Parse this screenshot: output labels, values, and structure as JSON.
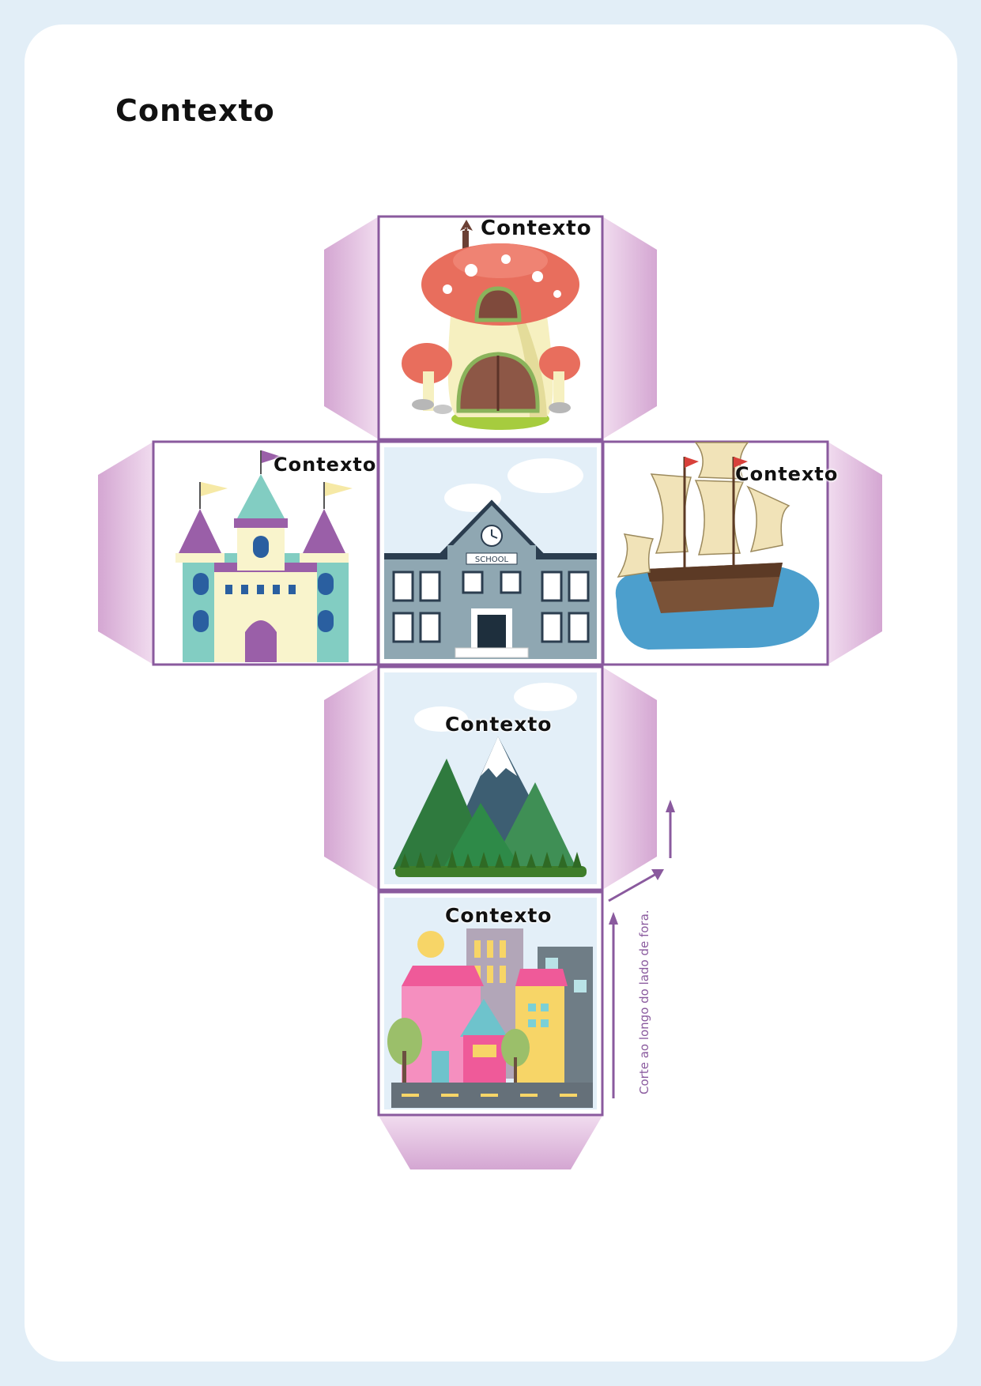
{
  "title": "Contexto",
  "faces": [
    {
      "id": "mushroom-house",
      "label": "Contexto"
    },
    {
      "id": "castle",
      "label": "Contexto"
    },
    {
      "id": "school",
      "label": "",
      "sign": "SCHOOL"
    },
    {
      "id": "ship",
      "label": "Contexto"
    },
    {
      "id": "mountains",
      "label": "Contexto"
    },
    {
      "id": "city",
      "label": "Contexto"
    }
  ],
  "cut_instruction": "Corte ao longo do lado de fora.",
  "colors": {
    "background": "#e2eef7",
    "flap": "#dbb6d9",
    "border": "#8a5a9e",
    "sky": "#e3eff8"
  }
}
